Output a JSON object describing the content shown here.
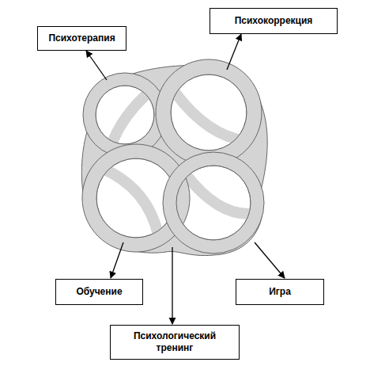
{
  "diagram": {
    "nodes": [
      {
        "text": [
          "Психотерапия"
        ]
      },
      {
        "text": [
          "Психокоррекция"
        ]
      },
      {
        "text": [
          "Обучение"
        ]
      },
      {
        "text": [
          "Игра"
        ]
      },
      {
        "text": [
          "Психологический тренинг"
        ]
      }
    ]
  }
}
